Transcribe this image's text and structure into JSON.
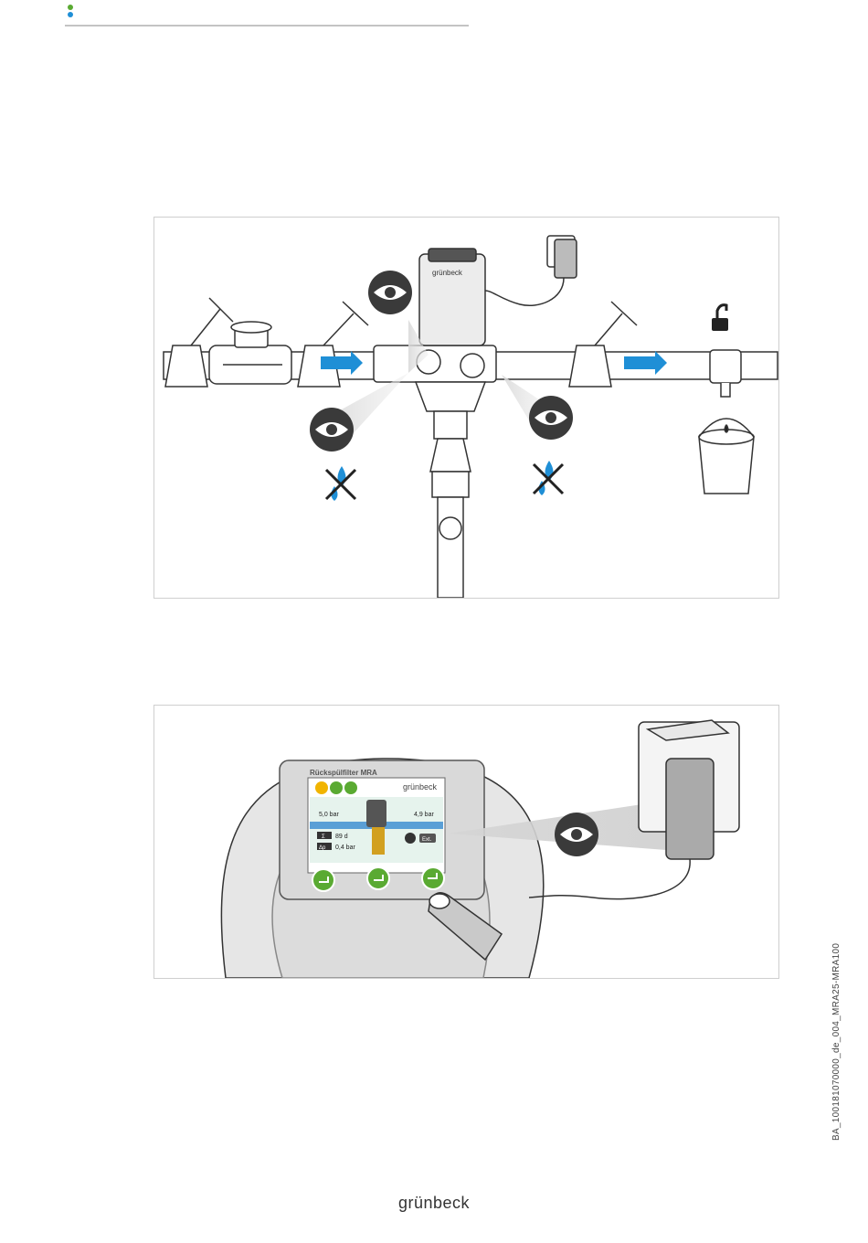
{
  "header": {
    "brand_dot_colors": [
      "#5aaa32",
      "#1f8fd6"
    ]
  },
  "figure1": {
    "device_brand": "grünbeck",
    "icons": [
      "eye-icon",
      "no-drip-icon",
      "unlock-icon",
      "bucket-icon",
      "flow-arrow-icon",
      "power-plug-icon"
    ]
  },
  "figure2": {
    "screen": {
      "title": "Rückspülfilter MRA",
      "brand": "grünbeck",
      "pressure_in": "5,0 bar",
      "pressure_out": "4,9 bar",
      "days": "89 d",
      "delta_p": "0,4 bar",
      "ext_label": "Ext.",
      "sigma_label": "Σ",
      "delta_label": "Δp"
    },
    "icons": [
      "eye-icon",
      "home-icon",
      "info-icon",
      "settings-icon",
      "enter-icon"
    ]
  },
  "doc_id": "BA_100181070000_de_004_MRA25-MRA100",
  "footer": {
    "logo": "grünbeck"
  },
  "colors": {
    "accent_blue": "#1f8fd6",
    "accent_green": "#5aaa32",
    "eye_dark": "#3a3a3a"
  }
}
